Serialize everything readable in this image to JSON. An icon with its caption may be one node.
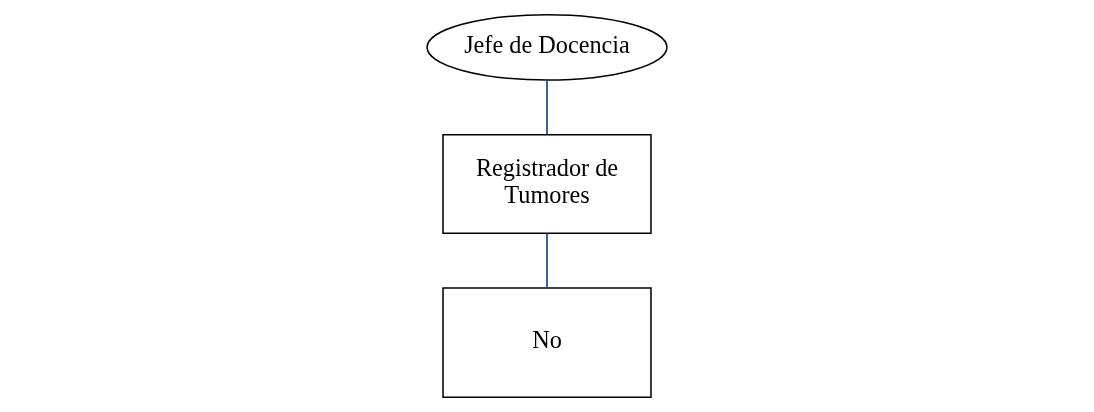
{
  "diagram": {
    "nodes": [
      {
        "text": [
          "Jefe de Docencia"
        ]
      },
      {
        "text": [
          "Registrador de Tumores"
        ]
      },
      {
        "text": [
          "No"
        ]
      }
    ],
    "edges": [
      {
        "from": 0,
        "to": 1,
        "arrow": "none"
      },
      {
        "from": 1,
        "to": 2,
        "arrow": "none"
      }
    ]
  }
}
